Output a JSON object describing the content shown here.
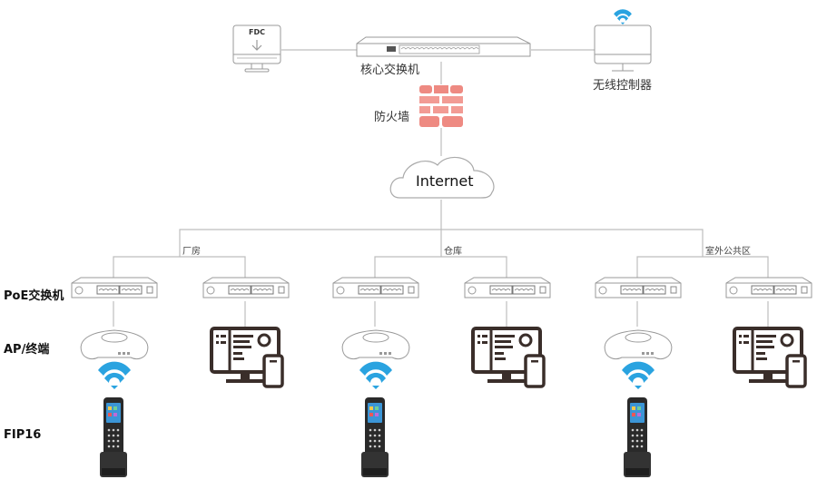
{
  "top": {
    "fdc_label": "FDC",
    "core_switch_label": "核心交换机",
    "wireless_controller_label": "无线控制器",
    "firewall_label": "防火墙",
    "internet_label": "Internet"
  },
  "areas": [
    {
      "label": "厂房"
    },
    {
      "label": "仓库"
    },
    {
      "label": "室外公共区"
    }
  ],
  "row_labels": {
    "poe": "PoE交换机",
    "ap": "AP/终端",
    "phone": "FIP16"
  },
  "colors": {
    "line": "#bdbdbd",
    "firewall": "#ee8a82",
    "wifi": "#2aa3e0",
    "terminal": "#3a2e2a"
  }
}
